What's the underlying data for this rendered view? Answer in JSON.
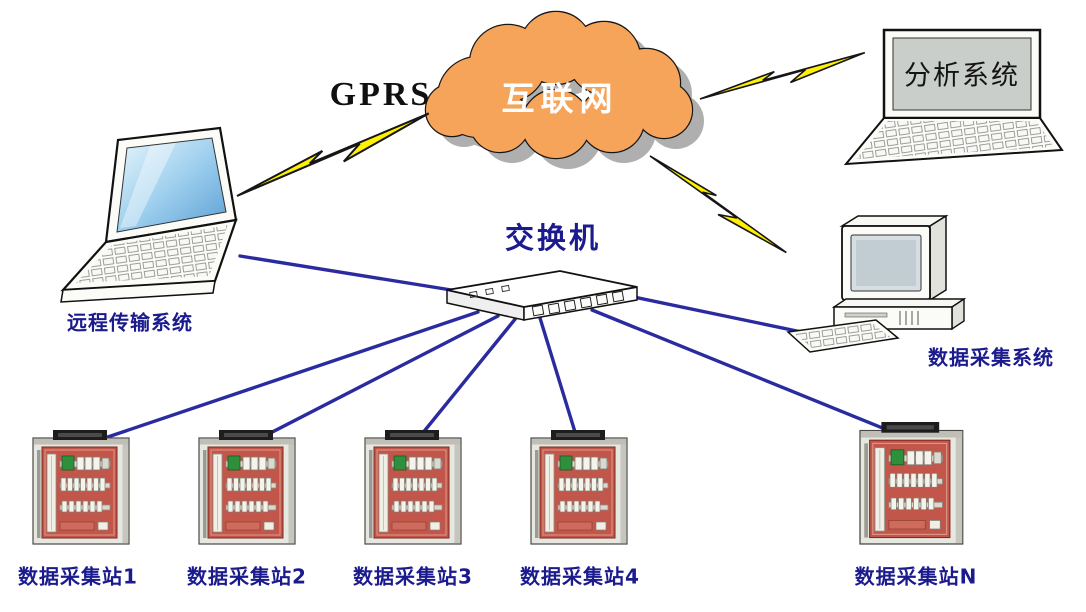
{
  "labels": {
    "gprs": "GPRS",
    "internet": "互联网",
    "switch": "交换机",
    "remote_transmission": "远程传输系统",
    "analysis_system": "分析系统",
    "data_acquisition_system": "数据采集系统"
  },
  "stations": [
    {
      "label": "数据采集站1"
    },
    {
      "label": "数据采集站2"
    },
    {
      "label": "数据采集站3"
    },
    {
      "label": "数据采集站4"
    },
    {
      "label": "数据采集站N"
    }
  ],
  "colors": {
    "cloud_fill": "#F6A45A",
    "cloud_text": "#FFFFFF",
    "lightning_fill": "#FFF100",
    "connection_line": "#2B2BA0",
    "label_text": "#1B1B8E",
    "cabinet_panel": "#C2564A"
  }
}
